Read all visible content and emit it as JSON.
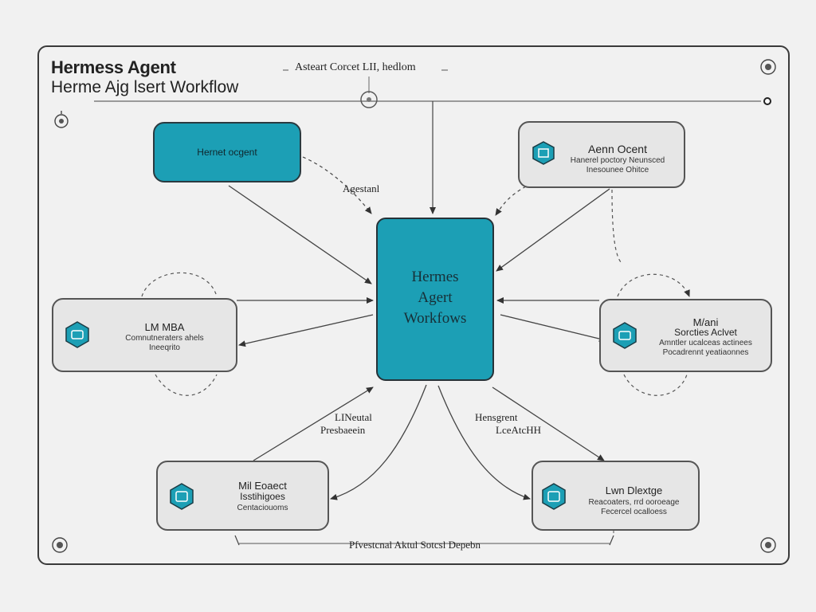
{
  "header": {
    "title_line1": "Hermess Agent",
    "title_line2": "Herme Ajg lsert Workflow",
    "center_label": "Asteart Corcet LII, hedlom"
  },
  "hub": {
    "lines": [
      "Hermes",
      "Agert",
      "Workfows"
    ]
  },
  "nodes": {
    "top_left": {
      "name": "Hernet ocgent"
    },
    "top_right": {
      "name": "Aenn Ocent",
      "sub1": "Hanerel poctory Neunsced",
      "sub2": "Inesounee Ohitce"
    },
    "mid_left": {
      "name": "LM MBA",
      "sub1": "Comnutneraters ahels",
      "sub2": "Ineeqrito"
    },
    "mid_right": {
      "name": "M/ani",
      "name2": "Sorcties Aclvet",
      "sub1": "Amntler ucalceas actinees",
      "sub2": "Pocadrennt yeatiaonnes"
    },
    "bot_left": {
      "name": "Mil Eoaect",
      "name2": "Isstihigoes",
      "sub1": "Centaciouoms"
    },
    "bot_right": {
      "name": "Lwn Dlextge",
      "sub1": "Reacoaters, rrd ooroeage",
      "sub2": "Fecercel ocalloess"
    }
  },
  "edge_labels": {
    "top": "Agestanl",
    "bottom_left_1": "LINeutal",
    "bottom_left_2": "Presbaeein",
    "bottom_right_1": "Hensgrent",
    "bottom_right_2": "LceAtcHH",
    "footer": "Pfvestcnal Aktul Sotcsl Depebn"
  },
  "colors": {
    "accent": "#1c9fb5",
    "border": "#3a3a3a",
    "card_bg": "#e6e6e6",
    "background": "#f1f1f1"
  },
  "icons": [
    "hexagon-icon",
    "settings-knob-icon",
    "gear-icon"
  ]
}
